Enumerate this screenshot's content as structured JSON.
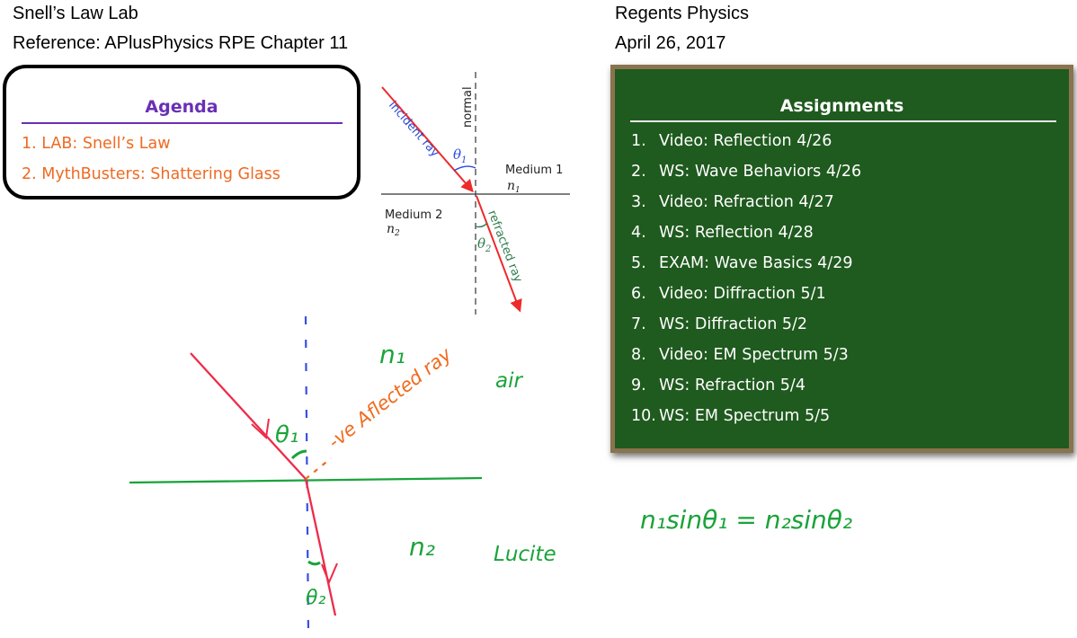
{
  "header": {
    "title_left": "Snell’s Law Lab",
    "reference": "Reference: APlusPhysics RPE Chapter 11",
    "title_right": "Regents Physics",
    "date": "April 26, 2017"
  },
  "agenda": {
    "title": "Agenda",
    "items": [
      "1. LAB: Snell’s Law",
      "2. MythBusters: Shattering Glass"
    ],
    "title_color": "#6a2fb5",
    "item_color": "#ef6a22"
  },
  "assignments": {
    "title": "Assignments",
    "items": [
      {
        "num": "1.",
        "text": "Video: Reflection 4/26"
      },
      {
        "num": "2.",
        "text": "WS: Wave Behaviors 4/26"
      },
      {
        "num": "3.",
        "text": "Video: Refraction 4/27"
      },
      {
        "num": "4.",
        "text": "WS: Reflection 4/28"
      },
      {
        "num": "5.",
        "text": "EXAM: Wave Basics 4/29"
      },
      {
        "num": "6.",
        "text": "Video: Diffraction 5/1"
      },
      {
        "num": "7.",
        "text": "WS: Diffraction 5/2"
      },
      {
        "num": "8.",
        "text": "Video: EM Spectrum 5/3"
      },
      {
        "num": "9.",
        "text": "WS: Refraction 5/4"
      },
      {
        "num": "10.",
        "text": "WS: EM Spectrum 5/5"
      }
    ],
    "board_color": "#1f5a1e",
    "frame_color": "#8a7350"
  },
  "diagram": {
    "normal": "normal",
    "incident": "incident ray",
    "refracted": "refracted ray",
    "theta1": "θ",
    "theta1_sub": "1",
    "theta2": "θ",
    "theta2_sub": "2",
    "medium1": "Medium 1",
    "n1": "n",
    "n1_sub": "1",
    "medium2": "Medium 2",
    "n2": "n",
    "n2_sub": "2"
  },
  "handwriting": {
    "n1": "n₁",
    "air": "air",
    "reflected": "-ve Aflected ray",
    "theta1": "θ₁",
    "n2": "n₂",
    "lucite": "Lucite",
    "theta2": "θ₂",
    "equation": "n₁sinθ₁ = n₂sinθ₂"
  }
}
